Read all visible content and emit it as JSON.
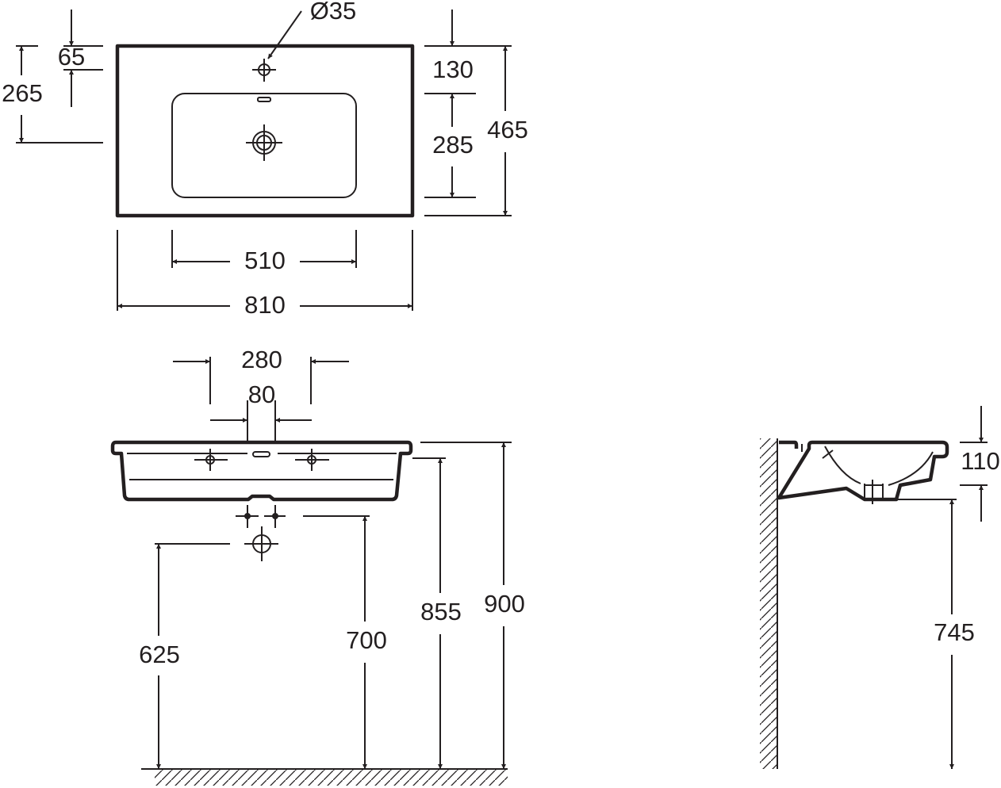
{
  "title": "Washbasin dimension drawing",
  "colors": {
    "line": "#231f20",
    "background": "#ffffff"
  },
  "top_view": {
    "tap_hole_diameter": "Ø35",
    "dim_65": "65",
    "dim_265": "265",
    "dim_130": "130",
    "dim_285": "285",
    "dim_465": "465",
    "dim_510": "510",
    "dim_810": "810"
  },
  "front_view": {
    "dim_280": "280",
    "dim_80": "80",
    "dim_625": "625",
    "dim_700": "700",
    "dim_855": "855",
    "dim_900": "900"
  },
  "side_view": {
    "dim_110": "110",
    "dim_745": "745"
  }
}
